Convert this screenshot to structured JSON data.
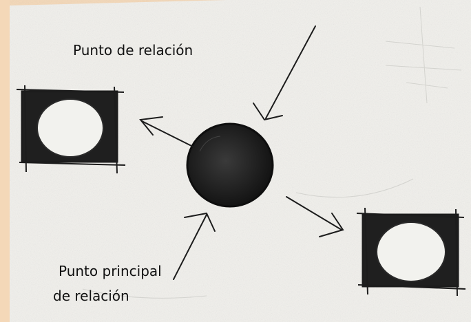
{
  "labels": {
    "relation_point": "Punto de relación",
    "main_point_line1": "Punto principal",
    "main_point_line2": "de relación"
  },
  "colors": {
    "border_strip": "#f4d8b8",
    "paper": "#f1f0ec",
    "pencil": "#1c1c1c"
  }
}
